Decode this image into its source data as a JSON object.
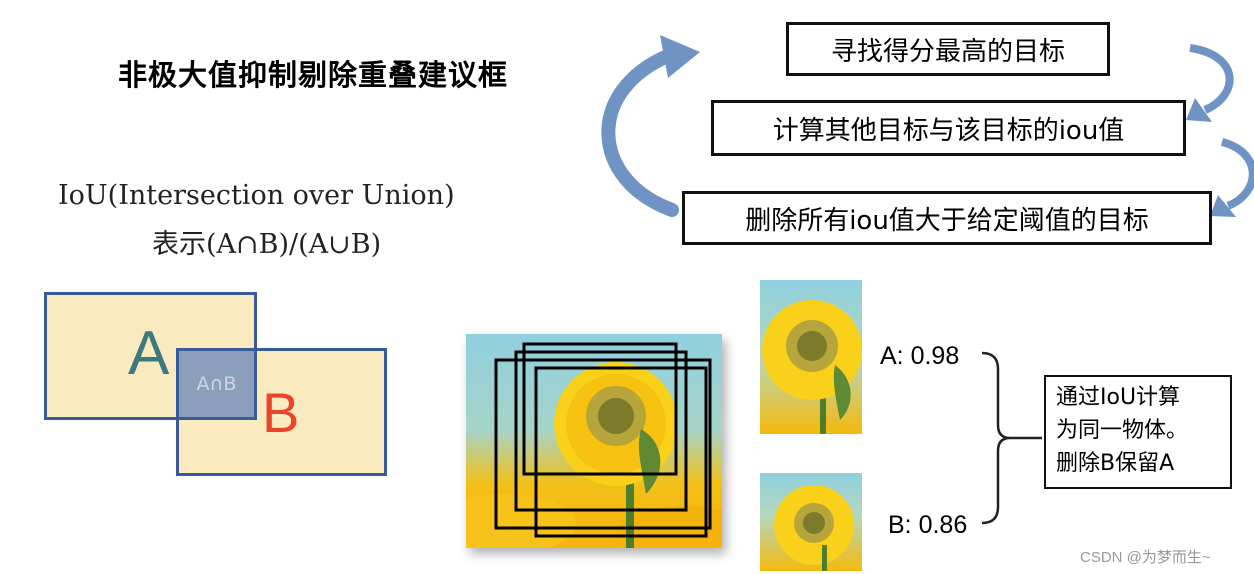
{
  "title": "非极大值抑制剔除重叠建议框",
  "iou": {
    "line1": "IoU(Intersection over Union)",
    "line2": "表示(A∩B)/(A∪B)"
  },
  "steps": [
    "寻找得分最高的目标",
    "计算其他目标与该目标的iou值",
    "删除所有iou值大于给定阈值的目标"
  ],
  "venn": {
    "label_a": "A",
    "label_b": "B",
    "label_intersection": "A∩B"
  },
  "candidates": [
    {
      "label": "A: 0.98"
    },
    {
      "label": "B: 0.86"
    }
  ],
  "note": {
    "lines": [
      "通过IoU计算",
      "为同一物体。",
      "删除B保留A"
    ]
  },
  "watermark": "CSDN @为梦而生~",
  "colors": {
    "arrow": "#6f93c2",
    "box_fill": "#fbe9c0",
    "box_border": "#3a5b9a",
    "intersection_fill": "#8b9fbd",
    "label_a": "#3a7a7a",
    "label_b": "#e8452b"
  }
}
